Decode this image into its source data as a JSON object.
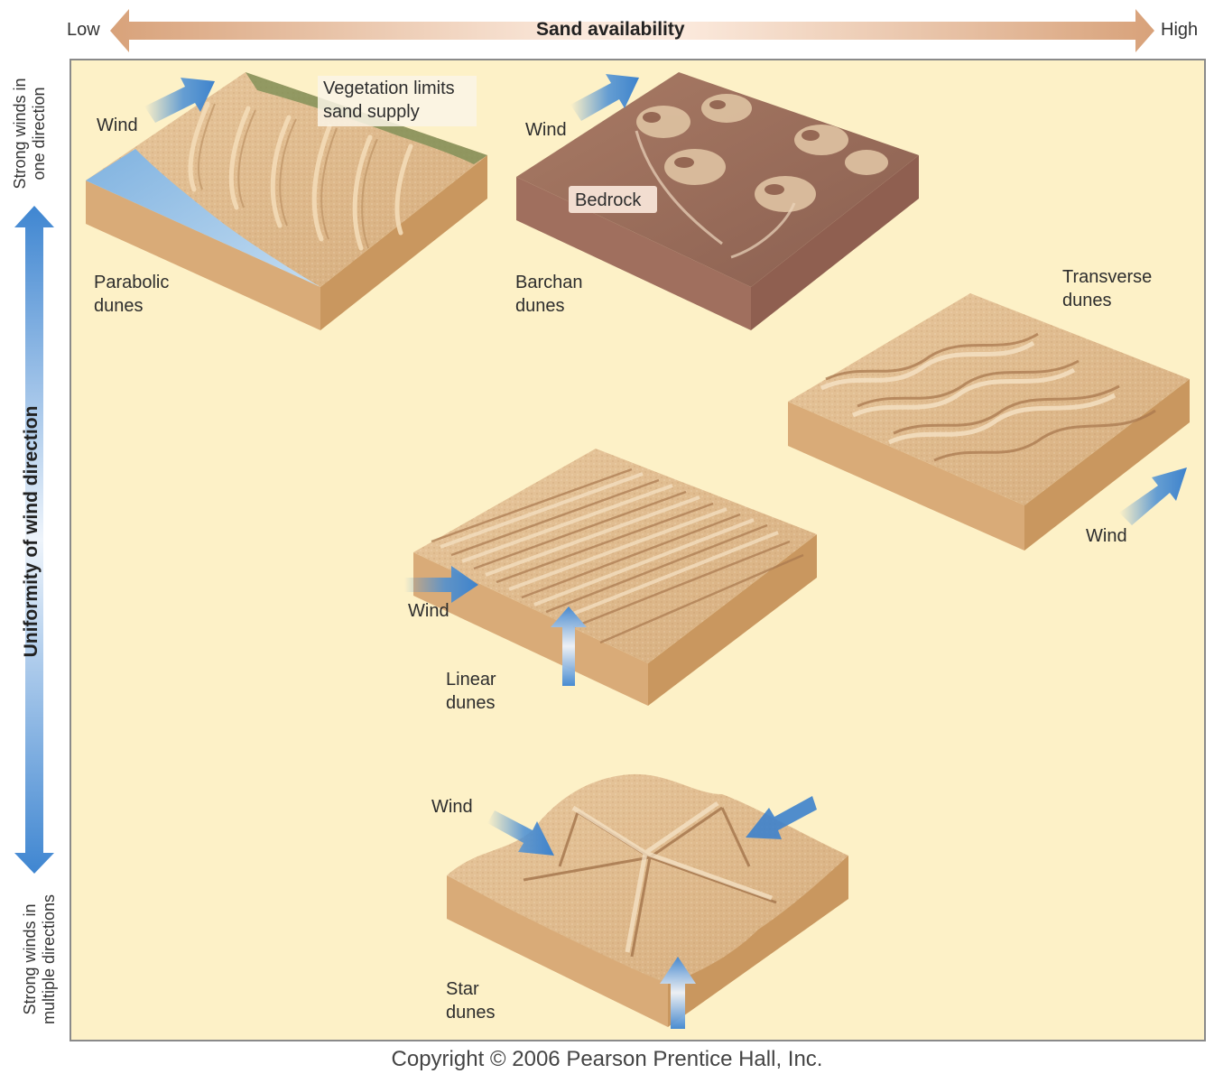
{
  "sand_axis": {
    "low": "Low",
    "title": "Sand availability",
    "high": "High"
  },
  "wind_axis": {
    "title": "Uniformity of wind direction",
    "top_line1": "Strong winds in",
    "top_line2": "one direction",
    "bottom_line1": "Strong winds in",
    "bottom_line2": "multiple directions"
  },
  "dunes": {
    "parabolic": {
      "name_line1": "Parabolic",
      "name_line2": "dunes",
      "wind": "Wind",
      "note_line1": "Vegetation limits",
      "note_line2": "sand supply"
    },
    "barchan": {
      "name_line1": "Barchan",
      "name_line2": "dunes",
      "wind": "Wind",
      "note": "Bedrock"
    },
    "transverse": {
      "name_line1": "Transverse",
      "name_line2": "dunes",
      "wind": "Wind"
    },
    "linear": {
      "name_line1": "Linear",
      "name_line2": "dunes",
      "wind": "Wind"
    },
    "star": {
      "name_line1": "Star",
      "name_line2": "dunes",
      "wind": "Wind"
    }
  },
  "copyright": "Copyright © 2006 Pearson Prentice Hall, Inc.",
  "colors": {
    "panel": "#fdf1c7",
    "sand": "#e2bd8e",
    "block_side": "#d2a471",
    "bedrock": "#9b6e5c",
    "water": "#9cc4e6",
    "wind_arrow": "#4a8fd4",
    "axis_arrow": "#d9a983"
  }
}
